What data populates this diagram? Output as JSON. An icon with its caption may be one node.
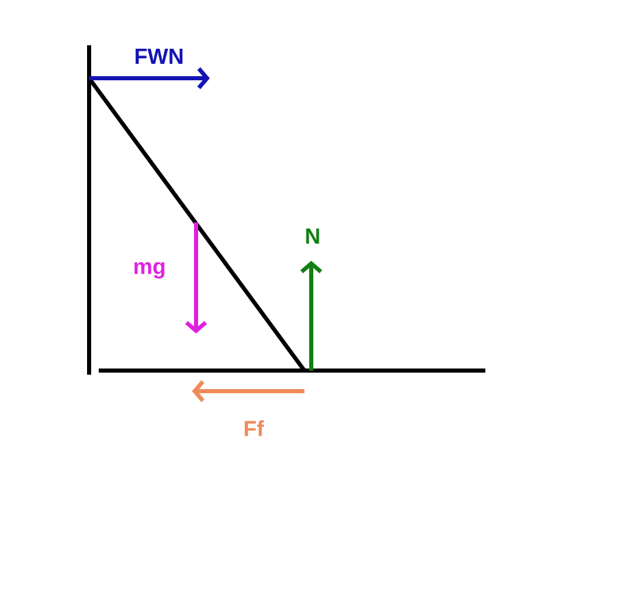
{
  "diagram": {
    "labels": [
      "FWN",
      "mg",
      "N",
      "Ff"
    ]
  }
}
